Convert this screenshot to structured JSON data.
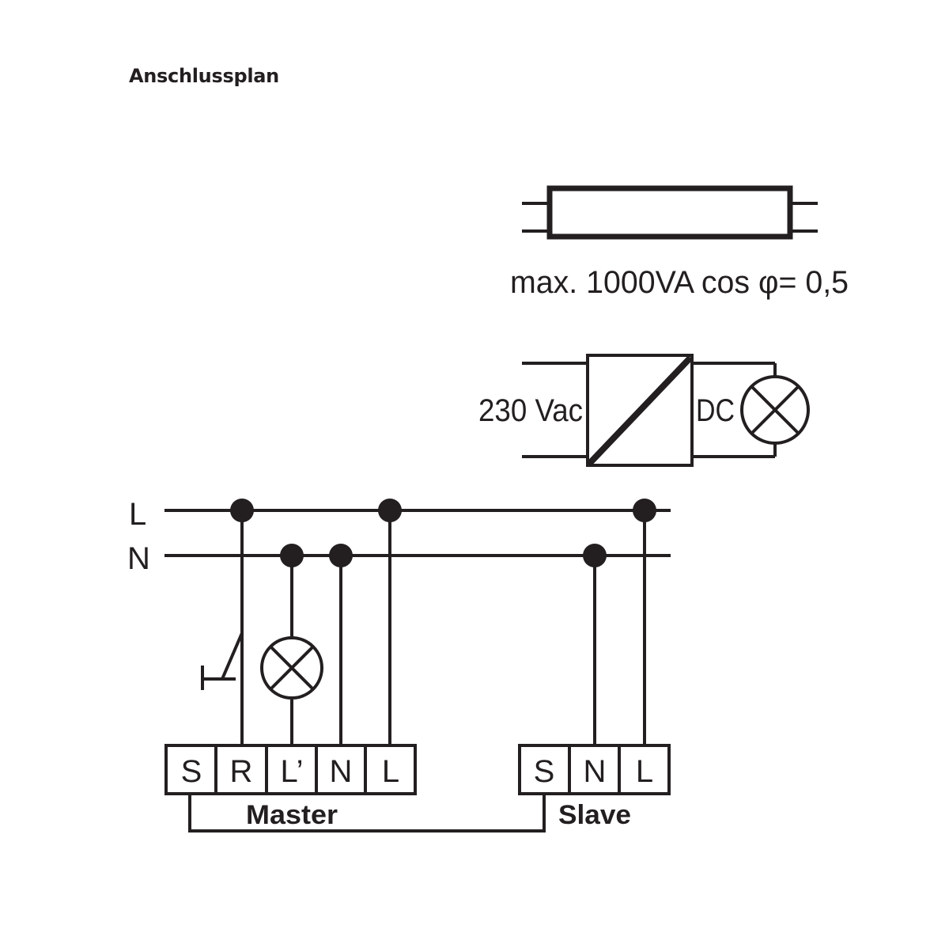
{
  "title": "Anschlussplan",
  "fluorescent_lamp": {
    "rating": "max. 1000VA cos φ= 0,5"
  },
  "power_supply": {
    "input_label": "230 Vac",
    "output_label": "DC"
  },
  "bus_lines": {
    "line_label": "L",
    "neutral_label": "N"
  },
  "master": {
    "label": "Master",
    "terminals": [
      "S",
      "R",
      "L’",
      "N",
      "L"
    ]
  },
  "slave": {
    "label": "Slave",
    "terminals": [
      "S",
      "N",
      "L"
    ]
  },
  "colors": {
    "ink": "#231f20",
    "background": "#ffffff"
  },
  "icons": [
    "fluorescent-tube-icon",
    "converter-icon",
    "lamp-icon",
    "pushbutton-icon",
    "junction-dot-icon"
  ]
}
